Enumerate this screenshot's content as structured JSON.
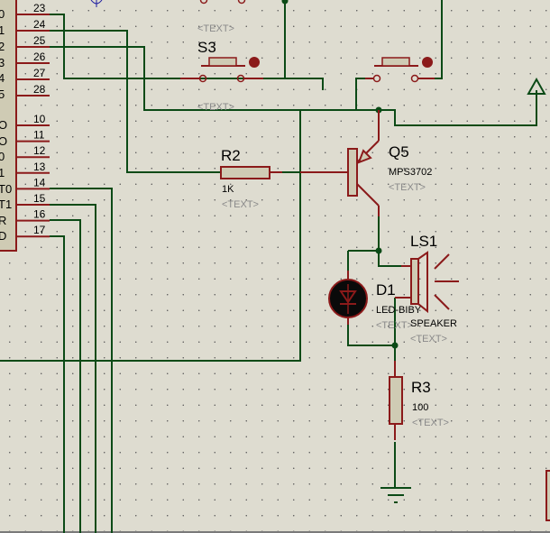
{
  "app": "schematic-capture",
  "colors": {
    "background": "#dedcd0",
    "wire": "#0b4a16",
    "component": "#8b1a1a",
    "component_fill": "#cfcbb4",
    "pin_text": "#000000",
    "placeholder_text": "#8a8a8a",
    "dot": "#555555"
  },
  "ic": {
    "pin_side_labels": [
      "0",
      "1",
      "2",
      "3",
      "4",
      "5",
      "O",
      "O",
      "0",
      "1",
      "T0",
      "T1",
      "R",
      "D"
    ],
    "pins_top": [
      "23",
      "24",
      "25",
      "26",
      "27",
      "28"
    ],
    "pins_bottom": [
      "10",
      "11",
      "12",
      "13",
      "14",
      "15",
      "16",
      "17"
    ]
  },
  "components": {
    "s3": {
      "ref": "S3",
      "text": "<TEXT>",
      "text_above": "<TEXT>"
    },
    "s_right": {
      "ref": ""
    },
    "r2": {
      "ref": "R2",
      "value": "1K",
      "text": "<TEXT>"
    },
    "q5": {
      "ref": "Q5",
      "value": "MPS3702",
      "text": "<TEXT>"
    },
    "d1": {
      "ref": "D1",
      "value": "LED-BIBY",
      "text": "<TEXT>"
    },
    "ls1": {
      "ref": "LS1",
      "value": "SPEAKER",
      "text": "<TEXT>"
    },
    "r3": {
      "ref": "R3",
      "value": "100",
      "text": "<TEXT>"
    },
    "net_text": "<TEXT>"
  }
}
